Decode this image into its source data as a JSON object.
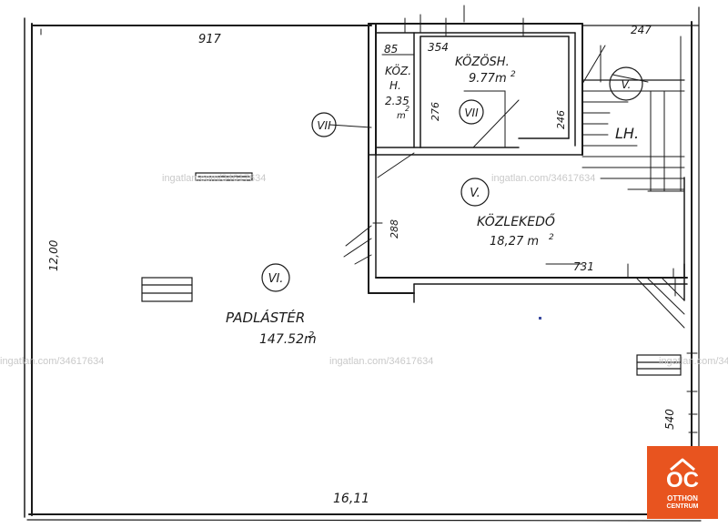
{
  "plan": {
    "rooms": [
      {
        "id": "VI",
        "name": "PADLÁSTÉR",
        "area": "147,52 m²"
      },
      {
        "id": "V",
        "name": "KÖZLEKEDŐ",
        "area": "18,27 m²"
      },
      {
        "id": "VII",
        "name": "KÖZÖSH.",
        "area": "9.77 m²"
      },
      {
        "id": "VII",
        "name": "KÖZ. H.",
        "area": "2.35 m²"
      },
      {
        "id": "V",
        "name": "LH.",
        "area": ""
      }
    ],
    "labels": {
      "room_vi_circle": "VI.",
      "padlaster": "PADLÁSTÉR",
      "padlaster_area": "147.52m",
      "room_v_circle": "V.",
      "kozlekedo": "KÖZLEKEDŐ",
      "kozlekedo_area": "18,27 m",
      "kozosh": "KÖZÖSH.",
      "kozosh_area": "9.77m",
      "room_vii_circle": "VII",
      "room_vii_circle_left": "VII",
      "koz": "KÖZ.",
      "h": "H.",
      "koz_area": "2.35",
      "koz_unit": "m",
      "stair_circle": "V.",
      "lh": "LH.",
      "sq": "2"
    },
    "dimensions": {
      "top_left": "917",
      "top_right": "247",
      "small_85": "85",
      "small_354": "354",
      "height_276": "276",
      "height_246": "246",
      "height_288": "288",
      "width_731": "731",
      "height_1200": "12,00",
      "height_540": "540",
      "bottom_width": "16,11"
    }
  },
  "watermark": {
    "text": "ingatlan.com/34617634"
  },
  "logo": {
    "mark": "OC",
    "line1": "OTTHON",
    "line2": "CENTRUM",
    "color": "#e8541f"
  }
}
